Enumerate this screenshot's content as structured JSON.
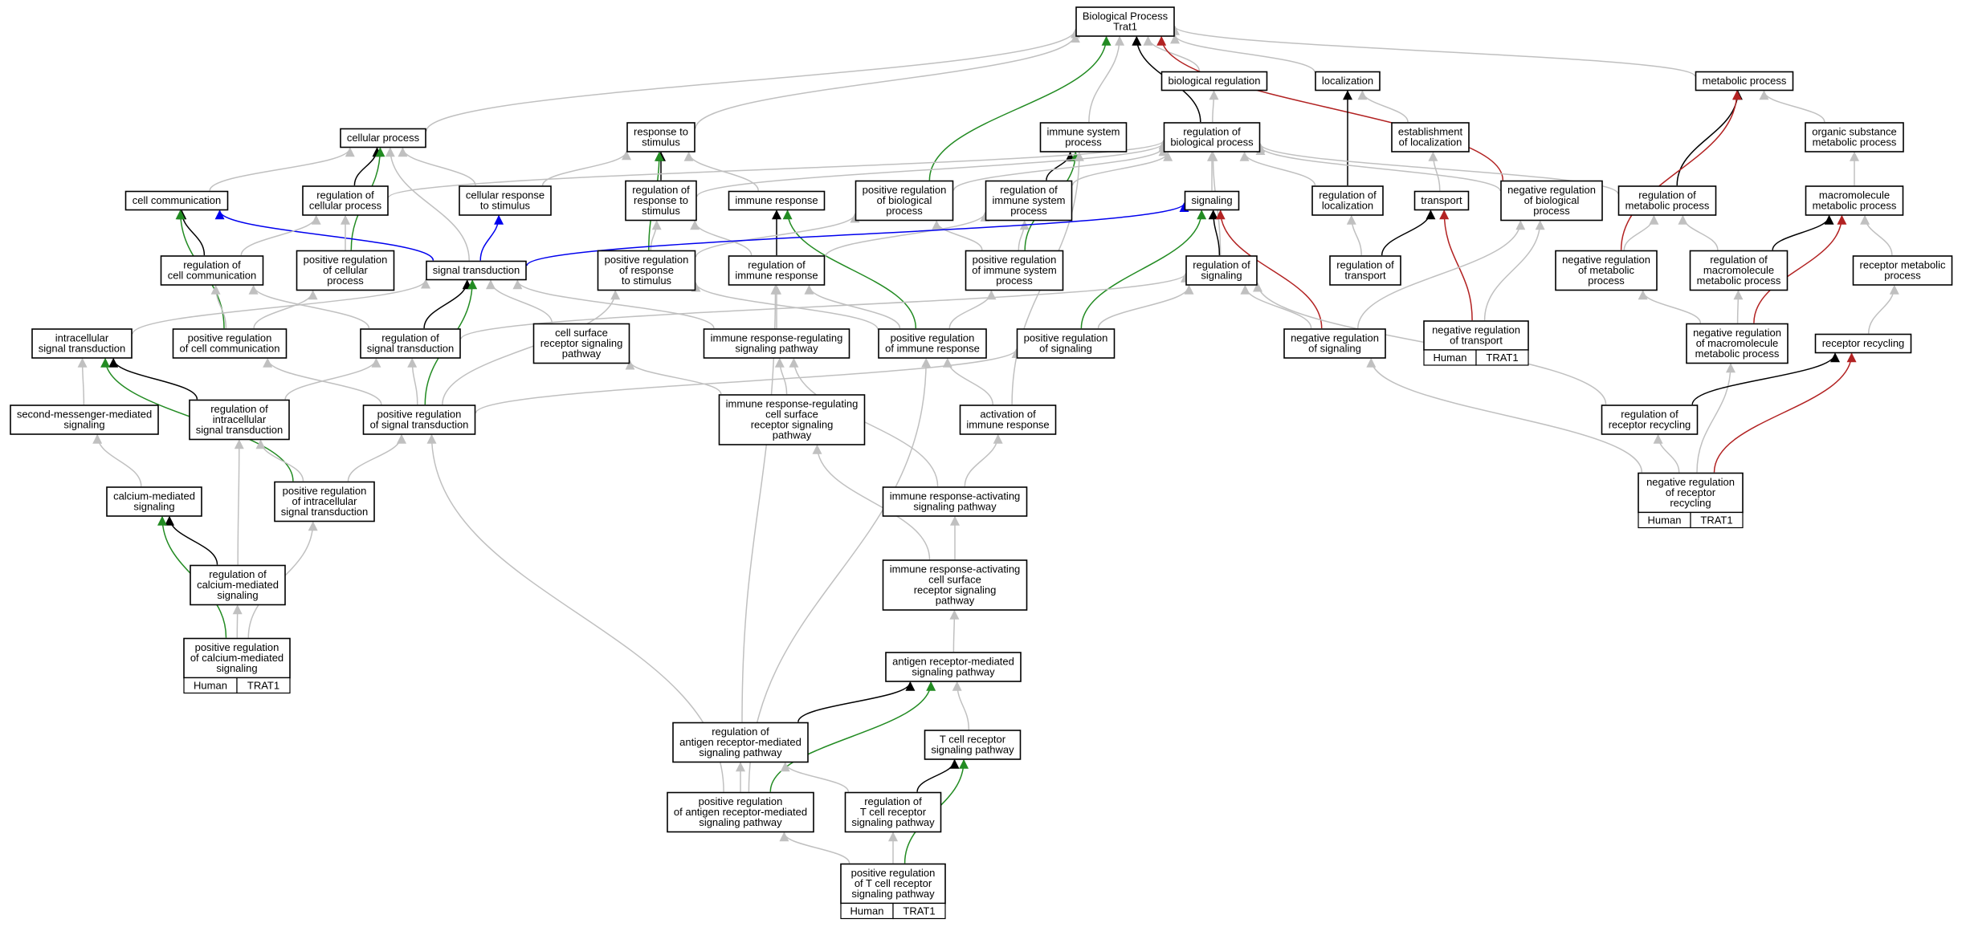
{
  "colors": {
    "gray": "#c0c0c0",
    "black": "#000000",
    "green": "#228b22",
    "blue": "#0000ee",
    "red": "#b22222",
    "tag": "#ee6040"
  },
  "nodes": [
    {
      "id": "bp",
      "lines": [
        "Biological Process",
        "Trat1"
      ]
    },
    {
      "id": "breg",
      "lines": [
        "biological regulation"
      ]
    },
    {
      "id": "loc",
      "lines": [
        "localization"
      ]
    },
    {
      "id": "met",
      "lines": [
        "metabolic process"
      ]
    },
    {
      "id": "cellproc",
      "lines": [
        "cellular process"
      ]
    },
    {
      "id": "resp",
      "lines": [
        "response to",
        "stimulus"
      ]
    },
    {
      "id": "immsys",
      "lines": [
        "immune system",
        "process"
      ]
    },
    {
      "id": "regbio",
      "lines": [
        "regulation of",
        "biological process"
      ]
    },
    {
      "id": "estloc",
      "lines": [
        "establishment",
        "of localization"
      ]
    },
    {
      "id": "orgsub",
      "lines": [
        "organic substance",
        "metabolic process"
      ]
    },
    {
      "id": "cellcomm",
      "lines": [
        "cell communication"
      ]
    },
    {
      "id": "regcell",
      "lines": [
        "regulation of",
        "cellular process"
      ]
    },
    {
      "id": "cellresp",
      "lines": [
        "cellular response",
        "to stimulus"
      ]
    },
    {
      "id": "regresp",
      "lines": [
        "regulation of",
        "response to",
        "stimulus"
      ]
    },
    {
      "id": "immresp",
      "lines": [
        "immune response"
      ]
    },
    {
      "id": "posbio",
      "lines": [
        "positive regulation",
        "of biological",
        "process"
      ]
    },
    {
      "id": "regimmsys",
      "lines": [
        "regulation of",
        "immune system",
        "process"
      ]
    },
    {
      "id": "signaling",
      "lines": [
        "signaling"
      ]
    },
    {
      "id": "regloc",
      "lines": [
        "regulation of",
        "localization"
      ]
    },
    {
      "id": "transport",
      "lines": [
        "transport"
      ]
    },
    {
      "id": "negbio",
      "lines": [
        "negative regulation",
        "of biological",
        "process"
      ]
    },
    {
      "id": "regmet",
      "lines": [
        "regulation of",
        "metabolic process"
      ]
    },
    {
      "id": "macromet",
      "lines": [
        "macromolecule",
        "metabolic process"
      ]
    },
    {
      "id": "regcellcomm",
      "lines": [
        "regulation of",
        "cell communication"
      ]
    },
    {
      "id": "poscell",
      "lines": [
        "positive regulation",
        "of cellular",
        "process"
      ]
    },
    {
      "id": "sigtrans",
      "lines": [
        "signal transduction"
      ]
    },
    {
      "id": "posresp",
      "lines": [
        "positive regulation",
        "of response",
        "to stimulus"
      ]
    },
    {
      "id": "regimmresp",
      "lines": [
        "regulation of",
        "immune response"
      ]
    },
    {
      "id": "posimmsys",
      "lines": [
        "positive regulation",
        "of immune system",
        "process"
      ]
    },
    {
      "id": "regsig",
      "lines": [
        "regulation of",
        "signaling"
      ]
    },
    {
      "id": "regtrans",
      "lines": [
        "regulation of",
        "transport"
      ]
    },
    {
      "id": "negmet",
      "lines": [
        "negative regulation",
        "of metabolic",
        "process"
      ]
    },
    {
      "id": "regmacro",
      "lines": [
        "regulation of",
        "macromolecule",
        "metabolic process"
      ]
    },
    {
      "id": "recmet",
      "lines": [
        "receptor metabolic",
        "process"
      ]
    },
    {
      "id": "intra",
      "lines": [
        "intracellular",
        "signal transduction"
      ]
    },
    {
      "id": "poscellcomm",
      "lines": [
        "positive regulation",
        "of cell communication"
      ]
    },
    {
      "id": "regsigtrans",
      "lines": [
        "regulation of",
        "signal transduction"
      ]
    },
    {
      "id": "csrsp",
      "lines": [
        "cell surface",
        "receptor signaling",
        "pathway"
      ]
    },
    {
      "id": "irrsp",
      "lines": [
        "immune response-regulating",
        "signaling pathway"
      ]
    },
    {
      "id": "posimmresp",
      "lines": [
        "positive regulation",
        "of immune response"
      ]
    },
    {
      "id": "possig",
      "lines": [
        "positive regulation",
        "of signaling"
      ]
    },
    {
      "id": "negsig",
      "lines": [
        "negative regulation",
        "of signaling"
      ]
    },
    {
      "id": "negtrans",
      "lines": [
        "negative regulation",
        "of transport"
      ],
      "tag": [
        "Human",
        "TRAT1"
      ]
    },
    {
      "id": "negmacro",
      "lines": [
        "negative regulation",
        "of macromolecule",
        "metabolic process"
      ]
    },
    {
      "id": "recrec",
      "lines": [
        "receptor recycling"
      ]
    },
    {
      "id": "secmsg",
      "lines": [
        "second-messenger-mediated",
        "signaling"
      ]
    },
    {
      "id": "regintra",
      "lines": [
        "regulation of",
        "intracellular",
        "signal transduction"
      ]
    },
    {
      "id": "possigtrans",
      "lines": [
        "positive regulation",
        "of signal transduction"
      ]
    },
    {
      "id": "irrcsrsp",
      "lines": [
        "immune response-regulating",
        "cell surface",
        "receptor signaling",
        "pathway"
      ]
    },
    {
      "id": "actimm",
      "lines": [
        "activation of",
        "immune response"
      ]
    },
    {
      "id": "regrecrec",
      "lines": [
        "regulation of",
        "receptor recycling"
      ]
    },
    {
      "id": "calc",
      "lines": [
        "calcium-mediated",
        "signaling"
      ]
    },
    {
      "id": "posintra",
      "lines": [
        "positive regulation",
        "of intracellular",
        "signal transduction"
      ]
    },
    {
      "id": "irasp",
      "lines": [
        "immune response-activating",
        "signaling pathway"
      ]
    },
    {
      "id": "negrecrec",
      "lines": [
        "negative regulation",
        "of receptor",
        "recycling"
      ],
      "tag": [
        "Human",
        "TRAT1"
      ]
    },
    {
      "id": "regcalc",
      "lines": [
        "regulation of",
        "calcium-mediated",
        "signaling"
      ]
    },
    {
      "id": "iracsrsp",
      "lines": [
        "immune response-activating",
        "cell surface",
        "receptor signaling",
        "pathway"
      ]
    },
    {
      "id": "poscalc",
      "lines": [
        "positive regulation",
        "of calcium-mediated",
        "signaling"
      ],
      "tag": [
        "Human",
        "TRAT1"
      ]
    },
    {
      "id": "arsp",
      "lines": [
        "antigen receptor-mediated",
        "signaling pathway"
      ]
    },
    {
      "id": "tcrsp",
      "lines": [
        "T cell receptor",
        "signaling pathway"
      ]
    },
    {
      "id": "regarsp",
      "lines": [
        "regulation of",
        "antigen receptor-mediated",
        "signaling pathway"
      ]
    },
    {
      "id": "posarsp",
      "lines": [
        "positive regulation",
        "of antigen receptor-mediated",
        "signaling pathway"
      ]
    },
    {
      "id": "regtcr",
      "lines": [
        "regulation of",
        "T cell receptor",
        "signaling pathway"
      ]
    },
    {
      "id": "postcr",
      "lines": [
        "positive regulation",
        "of T cell receptor",
        "signaling pathway"
      ],
      "tag": [
        "Human",
        "TRAT1"
      ]
    }
  ],
  "edges": [
    {
      "from": "breg",
      "to": "bp",
      "type": "is_a"
    },
    {
      "from": "loc",
      "to": "bp",
      "type": "is_a"
    },
    {
      "from": "met",
      "to": "bp",
      "type": "is_a"
    },
    {
      "from": "cellproc",
      "to": "bp",
      "type": "is_a"
    },
    {
      "from": "resp",
      "to": "bp",
      "type": "is_a"
    },
    {
      "from": "immsys",
      "to": "bp",
      "type": "is_a"
    },
    {
      "from": "regbio",
      "to": "bp",
      "type": "regulates"
    },
    {
      "from": "regbio",
      "to": "breg",
      "type": "is_a"
    },
    {
      "from": "posbio",
      "to": "bp",
      "type": "positively_regulates"
    },
    {
      "from": "negbio",
      "to": "bp",
      "type": "negatively_regulates"
    },
    {
      "from": "estloc",
      "to": "loc",
      "type": "is_a"
    },
    {
      "from": "regloc",
      "to": "loc",
      "type": "regulates"
    },
    {
      "from": "regmet",
      "to": "met",
      "type": "regulates"
    },
    {
      "from": "negmet",
      "to": "met",
      "type": "negatively_regulates"
    },
    {
      "from": "orgsub",
      "to": "met",
      "type": "is_a"
    },
    {
      "from": "cellcomm",
      "to": "cellproc",
      "type": "is_a"
    },
    {
      "from": "regcell",
      "to": "cellproc",
      "type": "regulates"
    },
    {
      "from": "cellresp",
      "to": "cellproc",
      "type": "is_a"
    },
    {
      "from": "poscell",
      "to": "cellproc",
      "type": "positively_regulates"
    },
    {
      "from": "sigtrans",
      "to": "cellproc",
      "type": "is_a"
    },
    {
      "from": "regresp",
      "to": "resp",
      "type": "regulates"
    },
    {
      "from": "immresp",
      "to": "resp",
      "type": "is_a"
    },
    {
      "from": "cellresp",
      "to": "resp",
      "type": "is_a"
    },
    {
      "from": "posresp",
      "to": "resp",
      "type": "positively_regulates"
    },
    {
      "from": "regimmsys",
      "to": "immsys",
      "type": "regulates"
    },
    {
      "from": "posimmsys",
      "to": "immsys",
      "type": "positively_regulates"
    },
    {
      "from": "actimm",
      "to": "immsys",
      "type": "is_a"
    },
    {
      "from": "regcell",
      "to": "regbio",
      "type": "is_a"
    },
    {
      "from": "regresp",
      "to": "regbio",
      "type": "is_a"
    },
    {
      "from": "posbio",
      "to": "regbio",
      "type": "is_a"
    },
    {
      "from": "regimmsys",
      "to": "regbio",
      "type": "is_a"
    },
    {
      "from": "regloc",
      "to": "regbio",
      "type": "is_a"
    },
    {
      "from": "negbio",
      "to": "regbio",
      "type": "is_a"
    },
    {
      "from": "regmet",
      "to": "regbio",
      "type": "is_a"
    },
    {
      "from": "signaling",
      "to": "regbio",
      "type": "is_a"
    },
    {
      "from": "regsig",
      "to": "regbio",
      "type": "is_a"
    },
    {
      "from": "transport",
      "to": "estloc",
      "type": "is_a"
    },
    {
      "from": "macromet",
      "to": "orgsub",
      "type": "is_a"
    },
    {
      "from": "regcellcomm",
      "to": "cellcomm",
      "type": "regulates"
    },
    {
      "from": "poscellcomm",
      "to": "cellcomm",
      "type": "positively_regulates"
    },
    {
      "from": "sigtrans",
      "to": "cellcomm",
      "type": "part_of"
    },
    {
      "from": "regcellcomm",
      "to": "regcell",
      "type": "is_a"
    },
    {
      "from": "poscell",
      "to": "regcell",
      "type": "is_a"
    },
    {
      "from": "sigtrans",
      "to": "cellresp",
      "type": "part_of"
    },
    {
      "from": "posresp",
      "to": "regresp",
      "type": "is_a"
    },
    {
      "from": "regimmresp",
      "to": "regresp",
      "type": "is_a"
    },
    {
      "from": "regimmresp",
      "to": "immresp",
      "type": "regulates"
    },
    {
      "from": "posimmresp",
      "to": "immresp",
      "type": "positively_regulates"
    },
    {
      "from": "posresp",
      "to": "posbio",
      "type": "is_a"
    },
    {
      "from": "posimmsys",
      "to": "posbio",
      "type": "is_a"
    },
    {
      "from": "regimmresp",
      "to": "regimmsys",
      "type": "is_a"
    },
    {
      "from": "posimmsys",
      "to": "regimmsys",
      "type": "is_a"
    },
    {
      "from": "sigtrans",
      "to": "signaling",
      "type": "part_of"
    },
    {
      "from": "regsig",
      "to": "signaling",
      "type": "regulates"
    },
    {
      "from": "possig",
      "to": "signaling",
      "type": "positively_regulates"
    },
    {
      "from": "negsig",
      "to": "signaling",
      "type": "negatively_regulates"
    },
    {
      "from": "regtrans",
      "to": "regloc",
      "type": "is_a"
    },
    {
      "from": "regtrans",
      "to": "transport",
      "type": "regulates"
    },
    {
      "from": "negtrans",
      "to": "transport",
      "type": "negatively_regulates"
    },
    {
      "from": "negsig",
      "to": "negbio",
      "type": "is_a"
    },
    {
      "from": "negtrans",
      "to": "negbio",
      "type": "is_a"
    },
    {
      "from": "negmet",
      "to": "regmet",
      "type": "is_a"
    },
    {
      "from": "regmacro",
      "to": "regmet",
      "type": "is_a"
    },
    {
      "from": "regmacro",
      "to": "macromet",
      "type": "regulates"
    },
    {
      "from": "negmacro",
      "to": "macromet",
      "type": "negatively_regulates"
    },
    {
      "from": "recmet",
      "to": "macromet",
      "type": "is_a"
    },
    {
      "from": "poscellcomm",
      "to": "regcellcomm",
      "type": "is_a"
    },
    {
      "from": "poscellcomm",
      "to": "poscell",
      "type": "is_a"
    },
    {
      "from": "regsigtrans",
      "to": "sigtrans",
      "type": "regulates"
    },
    {
      "from": "possigtrans",
      "to": "sigtrans",
      "type": "positively_regulates"
    },
    {
      "from": "intra",
      "to": "sigtrans",
      "type": "is_a"
    },
    {
      "from": "csrsp",
      "to": "sigtrans",
      "type": "is_a"
    },
    {
      "from": "irrsp",
      "to": "sigtrans",
      "type": "is_a"
    },
    {
      "from": "possigtrans",
      "to": "posresp",
      "type": "is_a"
    },
    {
      "from": "posimmresp",
      "to": "posresp",
      "type": "is_a"
    },
    {
      "from": "irrsp",
      "to": "regimmresp",
      "type": "is_a"
    },
    {
      "from": "posimmresp",
      "to": "regimmresp",
      "type": "is_a"
    },
    {
      "from": "regarsp",
      "to": "regimmresp",
      "type": "is_a"
    },
    {
      "from": "posimmresp",
      "to": "posimmsys",
      "type": "is_a"
    },
    {
      "from": "regsigtrans",
      "to": "regsig",
      "type": "is_a"
    },
    {
      "from": "possig",
      "to": "regsig",
      "type": "is_a"
    },
    {
      "from": "negsig",
      "to": "regsig",
      "type": "is_a"
    },
    {
      "from": "regrecrec",
      "to": "regsig",
      "type": "is_a"
    },
    {
      "from": "negmacro",
      "to": "regmacro",
      "type": "is_a"
    },
    {
      "from": "negmacro",
      "to": "negmet",
      "type": "is_a"
    },
    {
      "from": "recrec",
      "to": "recmet",
      "type": "is_a"
    },
    {
      "from": "regintra",
      "to": "regsigtrans",
      "type": "is_a"
    },
    {
      "from": "possigtrans",
      "to": "regsigtrans",
      "type": "is_a"
    },
    {
      "from": "regsigtrans",
      "to": "regcellcomm",
      "type": "is_a"
    },
    {
      "from": "possigtrans",
      "to": "poscellcomm",
      "type": "is_a"
    },
    {
      "from": "possigtrans",
      "to": "possig",
      "type": "is_a"
    },
    {
      "from": "irrcsrsp",
      "to": "csrsp",
      "type": "is_a"
    },
    {
      "from": "irrcsrsp",
      "to": "irrsp",
      "type": "is_a"
    },
    {
      "from": "actimm",
      "to": "posimmresp",
      "type": "is_a"
    },
    {
      "from": "irasp",
      "to": "irrsp",
      "type": "is_a"
    },
    {
      "from": "negrecrec",
      "to": "negsig",
      "type": "is_a"
    },
    {
      "from": "negrecrec",
      "to": "regrecrec",
      "type": "is_a"
    },
    {
      "from": "negrecrec",
      "to": "negmacro",
      "type": "is_a"
    },
    {
      "from": "regrecrec",
      "to": "recrec",
      "type": "regulates"
    },
    {
      "from": "negrecrec",
      "to": "recrec",
      "type": "negatively_regulates"
    },
    {
      "from": "secmsg",
      "to": "intra",
      "type": "is_a"
    },
    {
      "from": "regintra",
      "to": "intra",
      "type": "regulates"
    },
    {
      "from": "posintra",
      "to": "intra",
      "type": "positively_regulates"
    },
    {
      "from": "posintra",
      "to": "regintra",
      "type": "is_a"
    },
    {
      "from": "posintra",
      "to": "possigtrans",
      "type": "is_a"
    },
    {
      "from": "calc",
      "to": "secmsg",
      "type": "is_a"
    },
    {
      "from": "regcalc",
      "to": "calc",
      "type": "regulates"
    },
    {
      "from": "poscalc",
      "to": "calc",
      "type": "positively_regulates"
    },
    {
      "from": "regcalc",
      "to": "regintra",
      "type": "is_a"
    },
    {
      "from": "poscalc",
      "to": "regcalc",
      "type": "is_a"
    },
    {
      "from": "poscalc",
      "to": "posintra",
      "type": "is_a"
    },
    {
      "from": "irasp",
      "to": "actimm",
      "type": "is_a"
    },
    {
      "from": "iracsrsp",
      "to": "irasp",
      "type": "is_a"
    },
    {
      "from": "iracsrsp",
      "to": "irrcsrsp",
      "type": "is_a"
    },
    {
      "from": "arsp",
      "to": "iracsrsp",
      "type": "is_a"
    },
    {
      "from": "tcrsp",
      "to": "arsp",
      "type": "is_a"
    },
    {
      "from": "regarsp",
      "to": "arsp",
      "type": "regulates"
    },
    {
      "from": "posarsp",
      "to": "arsp",
      "type": "positively_regulates"
    },
    {
      "from": "posarsp",
      "to": "regarsp",
      "type": "is_a"
    },
    {
      "from": "posarsp",
      "to": "posimmresp",
      "type": "is_a"
    },
    {
      "from": "posarsp",
      "to": "possigtrans",
      "type": "is_a"
    },
    {
      "from": "regtcr",
      "to": "regarsp",
      "type": "is_a"
    },
    {
      "from": "regtcr",
      "to": "tcrsp",
      "type": "regulates"
    },
    {
      "from": "postcr",
      "to": "regtcr",
      "type": "is_a"
    },
    {
      "from": "postcr",
      "to": "posarsp",
      "type": "is_a"
    },
    {
      "from": "postcr",
      "to": "tcrsp",
      "type": "positively_regulates"
    }
  ]
}
